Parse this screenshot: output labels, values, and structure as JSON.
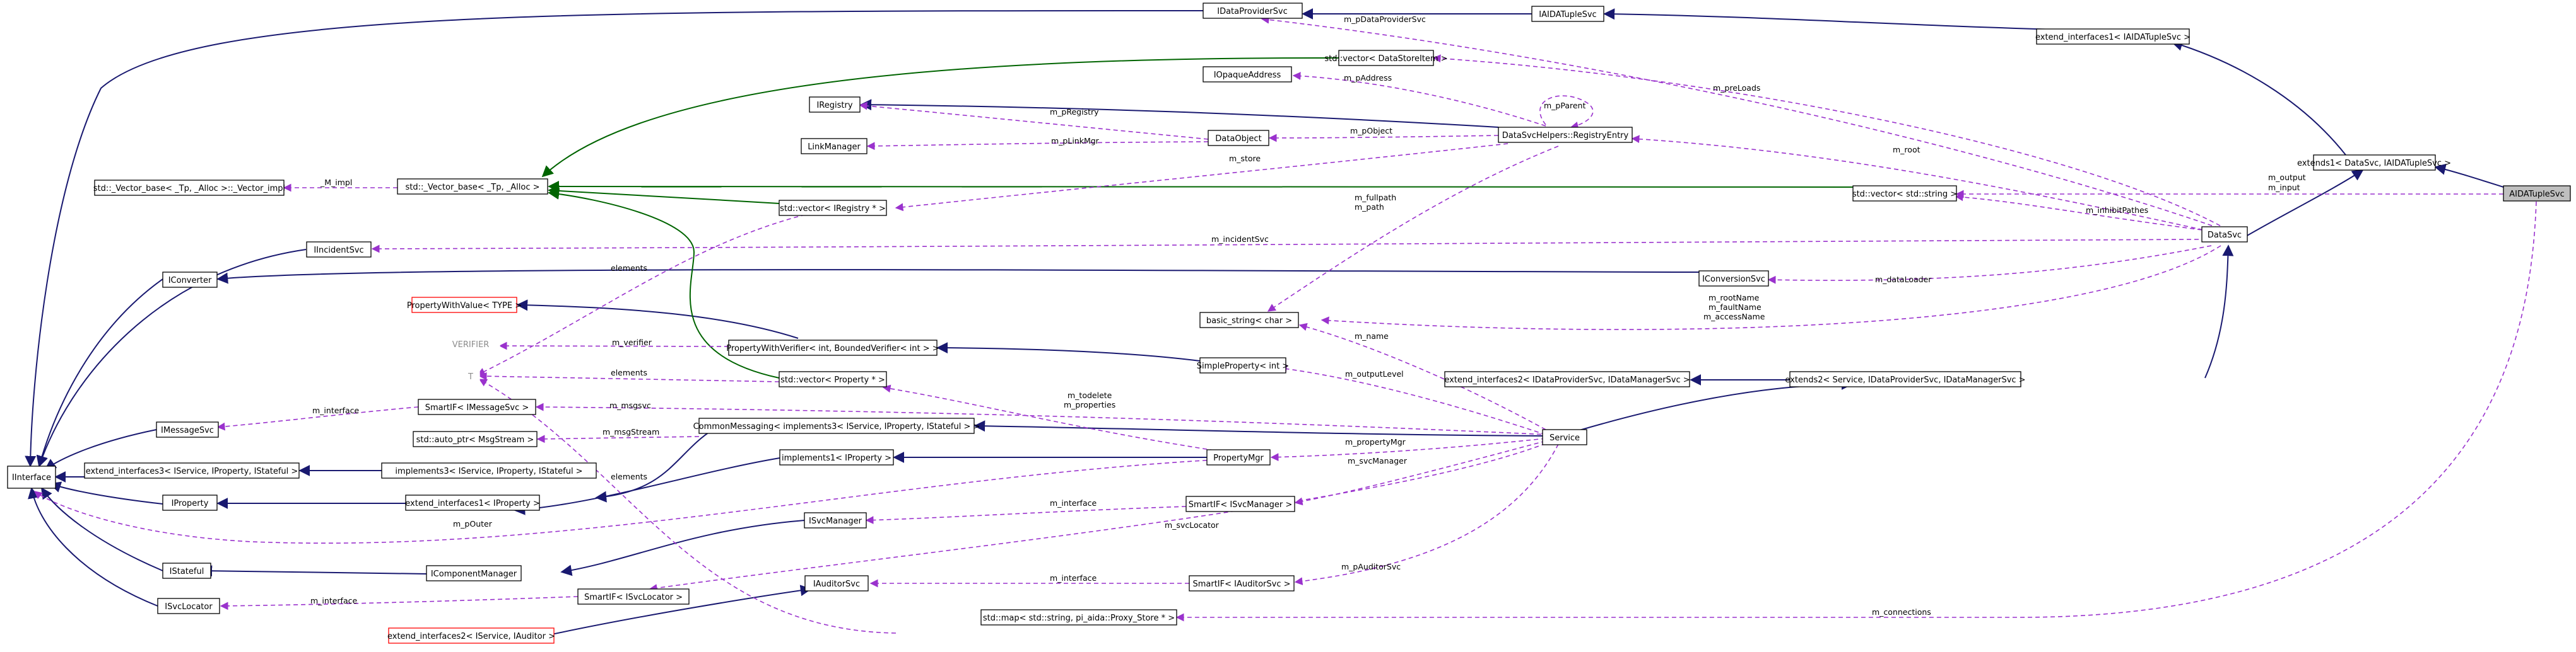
{
  "nodes": {
    "IInterface": "IInterface",
    "IConverter": "IConverter",
    "IMessageSvc": "IMessageSvc",
    "ext_if3": "extend_interfaces3< IService, IProperty, IStateful >",
    "IProperty": "IProperty",
    "IStateful": "IStateful",
    "ISvcLocator": "ISvcLocator",
    "IncidentSvc": "IIncidentSvc",
    "vector_base_impl": "std::_Vector_base< _Tp, _Alloc >::_Vector_impl",
    "vector_base": "std::_Vector_base< _Tp, _Alloc >",
    "PropertyWithValue": "PropertyWithValue< TYPE >",
    "VERIFIER": "VERIFIER",
    "T": "T",
    "SmartIF_IMessageSvc": "SmartIF< IMessageSvc >",
    "auto_ptr_MsgStream": "std::auto_ptr< MsgStream >",
    "implements3": "implements3< IService, IProperty, IStateful >",
    "ext_if1_IProperty": "extend_interfaces1< IProperty >",
    "IComponentManager": "IComponentManager",
    "SmartIF_ISvcLocator": "SmartIF< ISvcLocator >",
    "ext_if2_IService_IAuditor": "extend_interfaces2< IService, IAuditor >",
    "IRegistry": "IRegistry",
    "LinkManager": "LinkManager",
    "IOpaqueAddress": "IOpaqueAddress",
    "IDataProviderSvc": "IDataProviderSvc",
    "vector_DataStoreItem": "std::vector< DataStoreItem >",
    "DataObject": "DataObject",
    "vector_IRegistry": "std::vector< IRegistry * >",
    "PropertyWithVerifier": "PropertyWithVerifier< int, BoundedVerifier< int > >",
    "vector_Property": "std::vector< Property * >",
    "CommonMessaging": "CommonMessaging< implements3< IService, IProperty, IStateful > >",
    "implements1_IProperty": "implements1< IProperty >",
    "ISvcManager": "ISvcManager",
    "IAuditorSvc": "IAuditorSvc",
    "map_proxy": "std::map< std::string, pi_aida::Proxy_Store * >",
    "IAIDATupleSvc": "IAIDATupleSvc",
    "RegistryEntry": "DataSvcHelpers::RegistryEntry",
    "basic_string": "basic_string< char >",
    "SimpleProperty": "SimpleProperty< int >",
    "PropertyMgr": "PropertyMgr",
    "SmartIF_ISvcManager": "SmartIF< ISvcManager >",
    "SmartIF_IAuditorSvc": "SmartIF< IAuditorSvc >",
    "IConversionSvc": "IConversionSvc",
    "ext_if2_IDataProvider": "extend_interfaces2< IDataProviderSvc, IDataManagerSvc >",
    "Service": "Service",
    "extends2": "extends2< Service, IDataProviderSvc, IDataManagerSvc >",
    "vector_string": "std::vector< std::string >",
    "DataSvc": "DataSvc",
    "ext_if1_IAIDATupleSvc": "extend_interfaces1< IAIDATupleSvc >",
    "extends1": "extends1< DataSvc, IAIDATupleSvc >",
    "AIDATupleSvc": "AIDATupleSvc"
  },
  "labels": {
    "M_impl": "_M_impl",
    "m_interface_msg": "m_interface",
    "m_interface_loc": "m_interface",
    "m_interface_svcmgr": "m_interface",
    "m_interface_auditor": "m_interface",
    "m_pOuter": "m_pOuter",
    "elements_1": "elements",
    "elements_2": "elements",
    "elements_3": "elements",
    "m_verifier": "m_verifier",
    "m_msgsvc": "m_msgsvc",
    "m_msgStream": "m_msgStream",
    "m_pRegistry": "m_pRegistry",
    "m_pLinkMgr": "m_pLinkMgr",
    "m_pObject": "m_pObject",
    "m_pAddress": "m_pAddress",
    "m_pDataProviderSvc": "m_pDataProviderSvc",
    "m_store": "m_store",
    "m_pParent": "m_pParent",
    "m_preLoads": "m_preLoads",
    "m_root": "m_root",
    "m_output": "m_output",
    "m_input": "m_input",
    "m_inhibitPathes": "m_inhibitPathes",
    "m_incidentSvc": "m_incidentSvc",
    "m_dataLoader": "m_dataLoader",
    "m_fullpath": "m_fullpath",
    "m_path": "m_path",
    "m_rootName": "m_rootName",
    "m_faultName": "m_faultName",
    "m_accessName": "m_accessName",
    "m_name": "m_name",
    "m_todelete": "m_todelete",
    "m_properties": "m_properties",
    "m_outputLevel": "m_outputLevel",
    "m_propertyMgr": "m_propertyMgr",
    "m_svcManager": "m_svcManager",
    "m_svcLocator": "m_svcLocator",
    "m_pAuditorSvc": "m_pAuditorSvc",
    "m_connections": "m_connections"
  },
  "colors": {
    "inheritance": "#191970",
    "protected_inheritance": "#006400",
    "usage": "#9a32cd",
    "highlight_node": "#bfbfbf",
    "template_node_border": "#ff0000"
  }
}
